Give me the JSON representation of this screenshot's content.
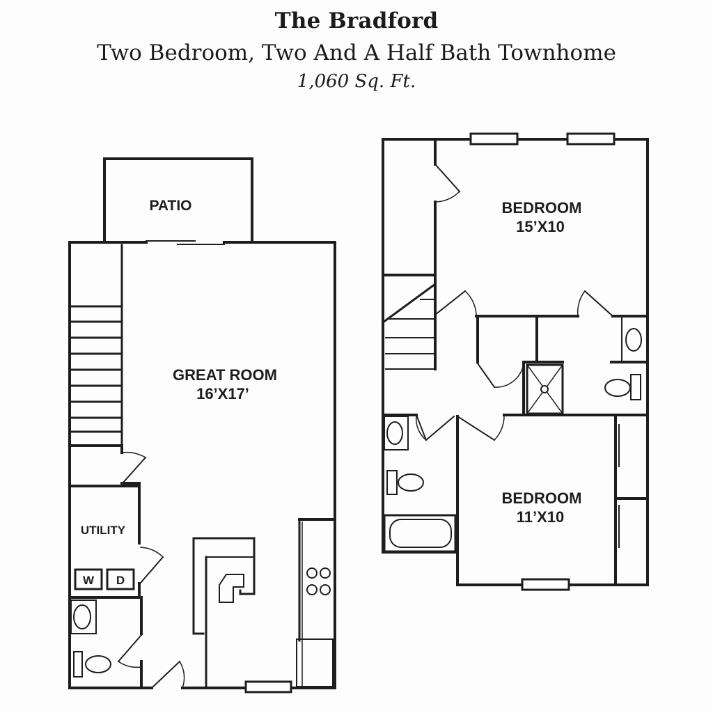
{
  "header": {
    "title": "The Bradford",
    "subtitle": "Two Bedroom, Two And A Half Bath Townhome",
    "area": "1,060 Sq. Ft."
  },
  "rooms": {
    "patio": {
      "name": "PATIO"
    },
    "great_room": {
      "name": "GREAT ROOM",
      "size": "16’X17’"
    },
    "utility": {
      "name": "UTILITY"
    },
    "washer": "W",
    "dryer": "D",
    "bedroom_1": {
      "name": "BEDROOM",
      "size": "15’X10"
    },
    "bedroom_2": {
      "name": "BEDROOM",
      "size": "11’X10"
    }
  },
  "colors": {
    "wall": "#1e1e1e",
    "background": "#fdfdfd"
  }
}
